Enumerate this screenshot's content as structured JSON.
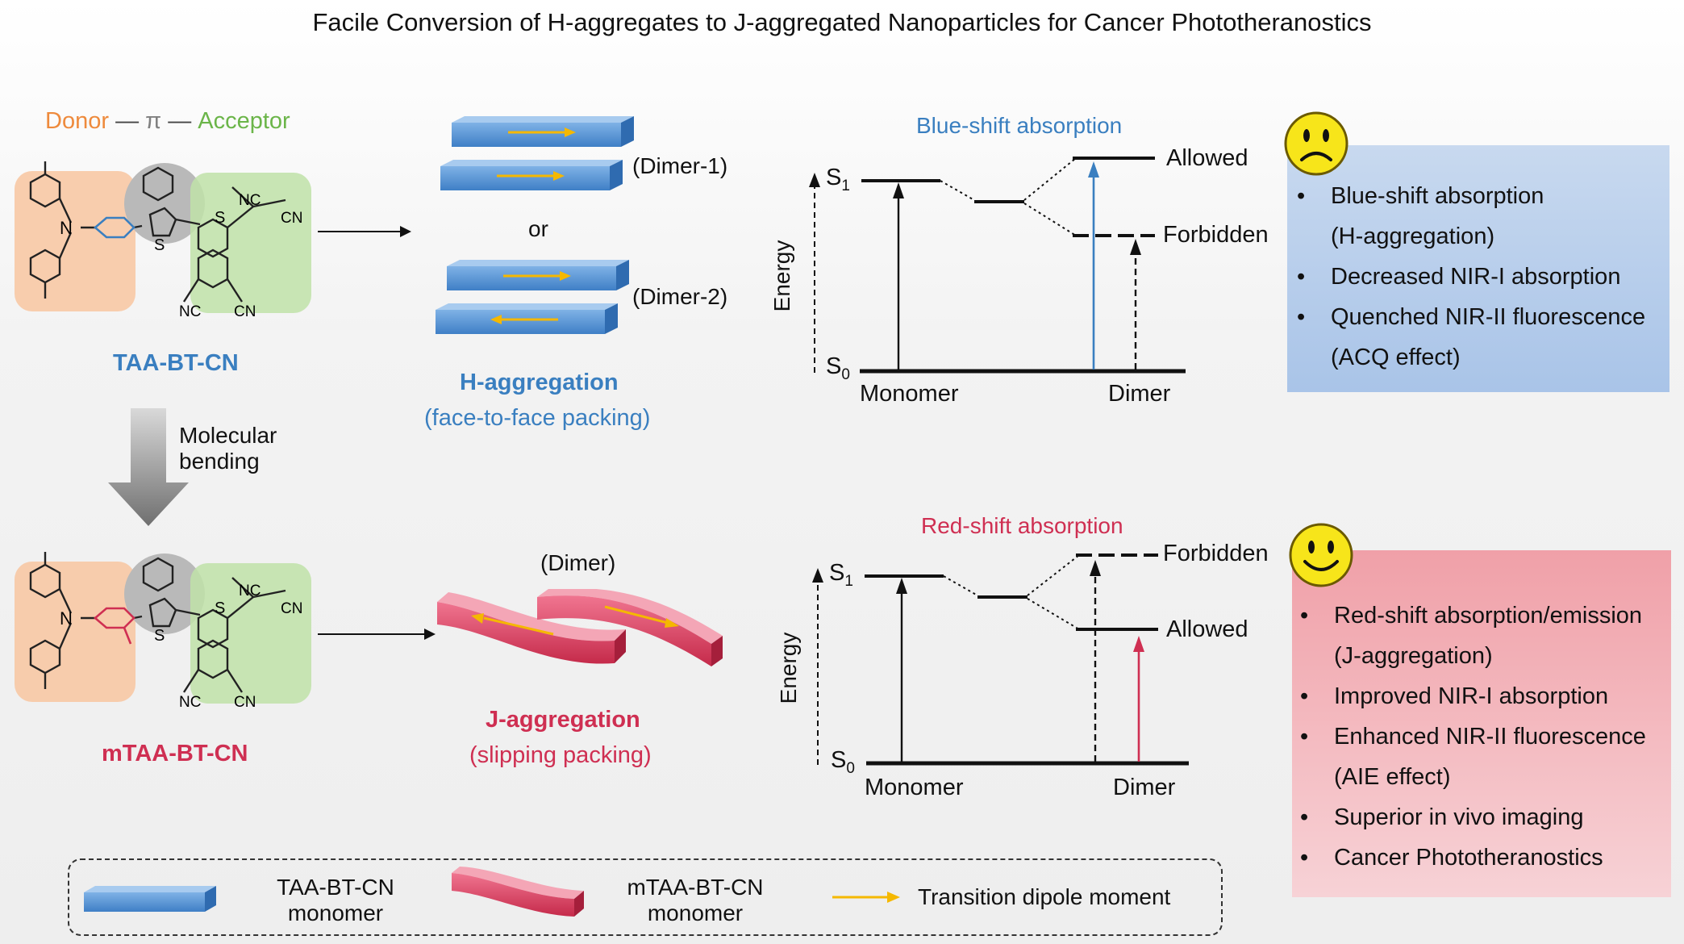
{
  "title": "Facile Conversion of H-aggregates to J-aggregated Nanoparticles for Cancer Phototheranostics",
  "dpa": {
    "donor": "Donor",
    "dash1": "—",
    "pi": "π",
    "dash2": "—",
    "acceptor": "Acceptor"
  },
  "molecule_top": {
    "name": "TAA-BT-CN",
    "labels": {
      "nc1": "NC",
      "cn1": "CN",
      "s1": "S",
      "s2": "S",
      "n": "N",
      "nc2": "NC",
      "cn2": "CN"
    }
  },
  "molecule_bottom": {
    "name": "mTAA-BT-CN",
    "labels": {
      "nc1": "NC",
      "cn1": "CN",
      "s1": "S",
      "s2": "S",
      "n": "N",
      "nc2": "NC",
      "cn2": "CN"
    }
  },
  "bending": {
    "line1": "Molecular",
    "line2": "bending"
  },
  "h_agg": {
    "dimer1": "(Dimer-1)",
    "or": "or",
    "dimer2": "(Dimer-2)",
    "title": "H-aggregation",
    "subtitle": "(face-to-face packing)"
  },
  "j_agg": {
    "dimer": "(Dimer)",
    "title": "J-aggregation",
    "subtitle": "(slipping packing)"
  },
  "energy_top": {
    "title": "Blue-shift absorption",
    "allowed": "Allowed",
    "forbidden": "Forbidden",
    "s1": "S",
    "s1_sub": "1",
    "s0": "S",
    "s0_sub": "0",
    "energy": "Energy",
    "monomer": "Monomer",
    "dimer": "Dimer"
  },
  "energy_bottom": {
    "title": "Red-shift absorption",
    "allowed": "Allowed",
    "forbidden": "Forbidden",
    "s1": "S",
    "s1_sub": "1",
    "s0": "S",
    "s0_sub": "0",
    "energy": "Energy",
    "monomer": "Monomer",
    "dimer": "Dimer"
  },
  "panel_blue": {
    "face": "sad-face-icon",
    "items": [
      "Blue-shift absorption",
      "(H-aggregation)",
      "Decreased NIR-I absorption",
      "Quenched NIR-II fluorescence",
      "(ACQ effect)"
    ]
  },
  "panel_red": {
    "face": "happy-face-icon",
    "items": [
      "Red-shift absorption/emission",
      "(J-aggregation)",
      "Improved NIR-I absorption",
      "Enhanced NIR-II fluorescence",
      "(AIE effect)",
      "Superior in vivo imaging",
      "Cancer Phototheranostics"
    ]
  },
  "legend": {
    "taa_line1": "TAA-BT-CN",
    "taa_line2": "monomer",
    "mtaa_line1": "mTAA-BT-CN",
    "mtaa_line2": "monomer",
    "dipole": "Transition dipole moment"
  },
  "colors": {
    "donor": "#ee8a3c",
    "pi": "#808080",
    "acceptor": "#6bb549",
    "blue_text": "#3a7fc0",
    "red_text": "#cf2f52",
    "blue_bar": "#4f8fd4",
    "red_bar": "#d8405e",
    "dipole_arrow": "#f5b800"
  }
}
